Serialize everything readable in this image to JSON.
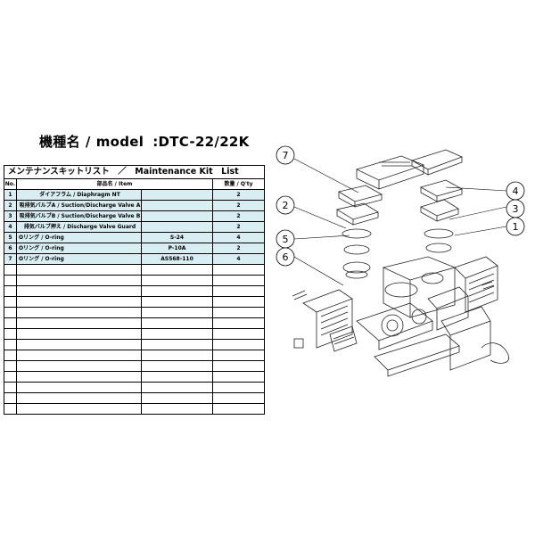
{
  "header": {
    "label_jp": "機種名",
    "separator": "/",
    "label_en": "model",
    "model_value": ":DTC-22/22K"
  },
  "table": {
    "title": "メンテナンスキットリスト　／　Maintenance Kit　List",
    "headers": {
      "no": "No.",
      "item": "部品名 / Item",
      "qty": "数量 / Q'ty"
    },
    "rows": [
      {
        "no": "1",
        "name": "ダイアフラム / Diaphragm NT",
        "spec": "",
        "qty": "2"
      },
      {
        "no": "2",
        "name": "吸排気バルブA / Suction/Discharge Valve A",
        "spec": "",
        "qty": "2"
      },
      {
        "no": "3",
        "name": "吸排気バルブB / Suction/Discharge Valve B",
        "spec": "",
        "qty": "2"
      },
      {
        "no": "4",
        "name": "排気バルブ押え / Discharge Valve Guard",
        "spec": "",
        "qty": "2"
      },
      {
        "no": "5",
        "name": "Oリング / O-ring",
        "spec": "S-24",
        "qty": "4"
      },
      {
        "no": "6",
        "name": "Oリング / O-ring",
        "spec": "P-10A",
        "qty": "2"
      },
      {
        "no": "7",
        "name": "Oリング / O-ring",
        "spec": "AS568-110",
        "qty": "4"
      }
    ],
    "empty_rows": 14
  },
  "diagram": {
    "callouts": [
      "7",
      "2",
      "5",
      "6",
      "4",
      "3",
      "1"
    ]
  }
}
